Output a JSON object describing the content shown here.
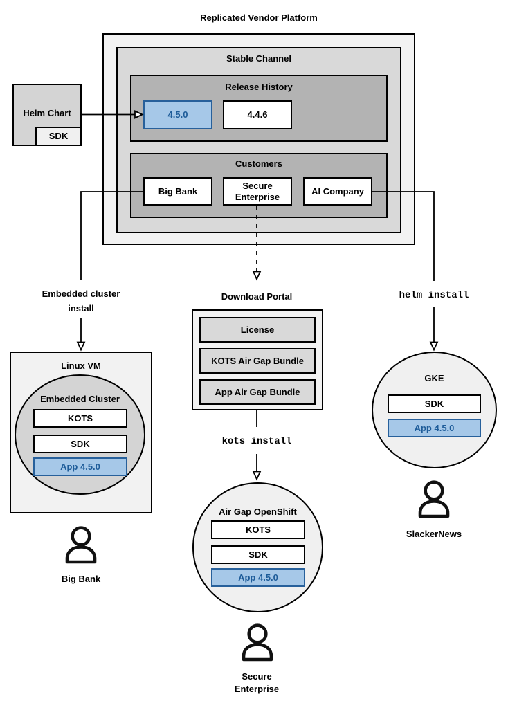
{
  "colors": {
    "blue_fill": "#A6C8E8",
    "blue_border": "#27609B",
    "blue_text": "#1E5C99",
    "gray_lightest": "#F2F2F2",
    "gray_light": "#D9D9D9",
    "gray_medium": "#B3B3B3",
    "circle_gray": "#D4D4D4",
    "circle_light": "#F0F0F0",
    "line": "#000000"
  },
  "title": "Replicated Vendor Platform",
  "stable_channel": {
    "title": "Stable Channel"
  },
  "release_history": {
    "title": "Release History",
    "current": "4.5.0",
    "previous": "4.4.6"
  },
  "customers": {
    "title": "Customers",
    "big_bank": "Big Bank",
    "secure_enterprise": "Secure Enterprise",
    "ai_company": "AI Company"
  },
  "helm_chart": {
    "title": "Helm Chart",
    "sdk": "SDK"
  },
  "edges": {
    "embedded_install": "Embedded cluster install",
    "kots_install": "kots install",
    "helm_install": "helm install"
  },
  "linux_vm": {
    "title": "Linux VM",
    "cluster": {
      "title": "Embedded Cluster",
      "kots": "KOTS",
      "sdk": "SDK",
      "app": "App 4.5.0"
    }
  },
  "download_portal": {
    "title": "Download Portal",
    "license": "License",
    "kots_bundle": "KOTS Air Gap Bundle",
    "app_bundle": "App Air Gap Bundle"
  },
  "openshift": {
    "title": "Air Gap OpenShift",
    "kots": "KOTS",
    "sdk": "SDK",
    "app": "App 4.5.0"
  },
  "gke": {
    "title": "GKE",
    "sdk": "SDK",
    "app": "App 4.5.0"
  },
  "users": {
    "big_bank": "Big Bank",
    "secure_enterprise": "Secure Enterprise",
    "slackernews": "SlackerNews"
  }
}
